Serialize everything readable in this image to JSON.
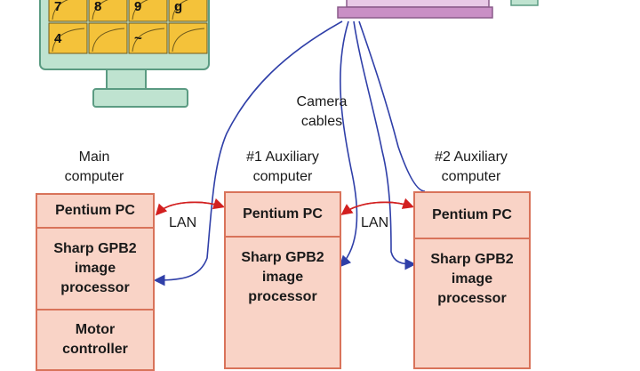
{
  "labels": {
    "camera_cables": "Camera\ncables",
    "main_computer": "Main\ncomputer",
    "aux1_computer": "#1 Auxiliary\ncomputer",
    "aux2_computer": "#2 Auxiliary\ncomputer",
    "lan_1": "LAN",
    "lan_2": "LAN"
  },
  "main_box": {
    "pentium": "Pentium PC",
    "gpb2": "Sharp GPB2\nimage\nprocessor",
    "motor": "Motor\ncontroller"
  },
  "aux1_box": {
    "pentium": "Pentium PC",
    "gpb2": "Sharp GPB2\nimage\nprocessor"
  },
  "aux2_box": {
    "pentium": "Pentium PC",
    "gpb2": "Sharp GPB2\nimage\nprocessor"
  },
  "monitor_tiles": [
    "7",
    "8",
    "9",
    "g",
    "4",
    "",
    "~",
    ""
  ],
  "colors": {
    "box_fill": "#f9d3c6",
    "box_border": "#d9735a",
    "cable": "#2f3fa8",
    "lan_arrow": "#d21f1f",
    "monitor_frame": "#bfe3d0",
    "tile_fill": "#f4c23a",
    "camera_base": "#c98fc5"
  }
}
